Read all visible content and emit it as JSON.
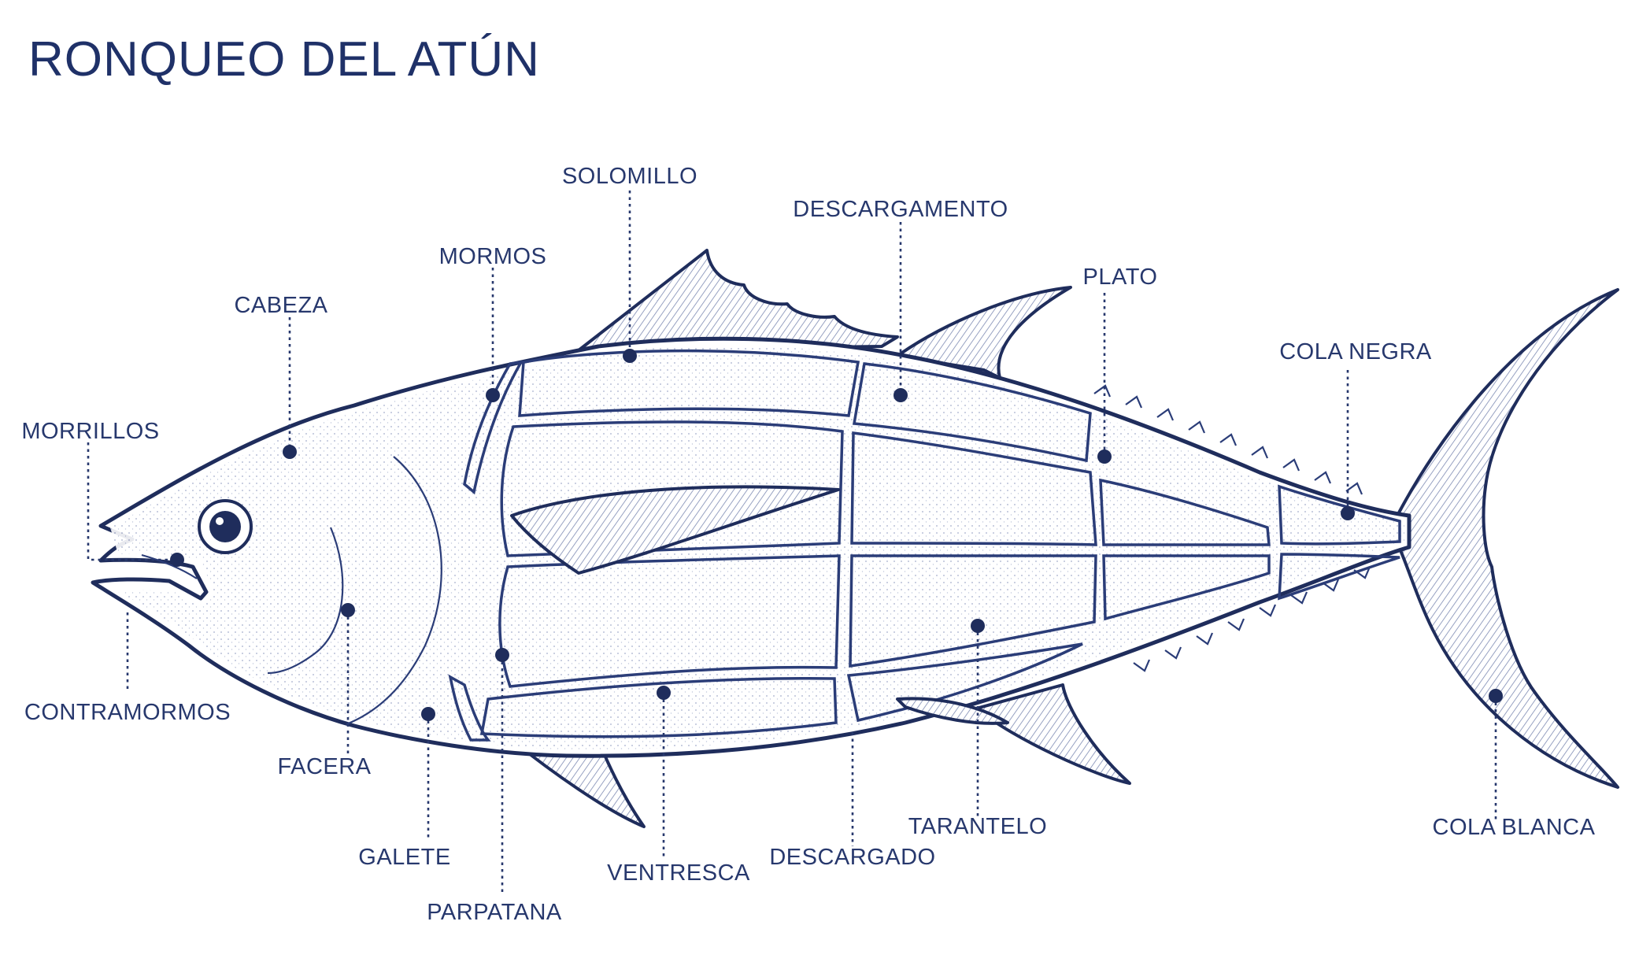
{
  "title": "RONQUEO DEL ATÚN",
  "colors": {
    "ink": "#1f2d5c",
    "label": "#27386d"
  },
  "labels": {
    "solomillo": "SOLOMILLO",
    "descargamento": "DESCARGAMENTO",
    "mormos": "MORMOS",
    "plato": "PLATO",
    "cabeza": "CABEZA",
    "cola_negra": "COLA NEGRA",
    "morrillos": "MORRILLOS",
    "contramormos": "CONTRAMORMOS",
    "facera": "FACERA",
    "galete": "GALETE",
    "parpatana": "PARPATANA",
    "ventresca": "VENTRESCA",
    "descargado": "DESCARGADO",
    "tarantelo": "TARANTELO",
    "cola_blanca": "COLA BLANCA"
  }
}
